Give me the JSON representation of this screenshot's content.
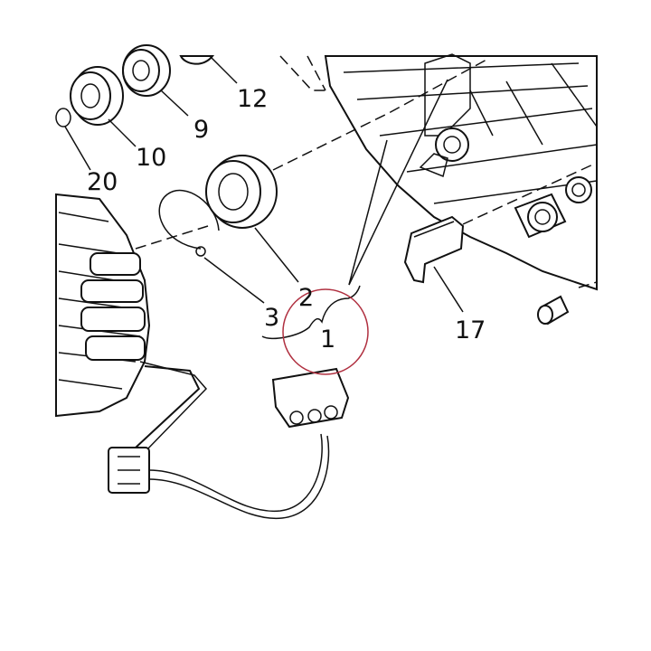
{
  "diagram": {
    "callouts": {
      "c1": "1",
      "c2": "2",
      "c3": "3",
      "c9": "9",
      "c10": "10",
      "c12": "12",
      "c17": "17",
      "c20": "20"
    },
    "highlight_color": "#b03040",
    "line_color": "#111111"
  }
}
